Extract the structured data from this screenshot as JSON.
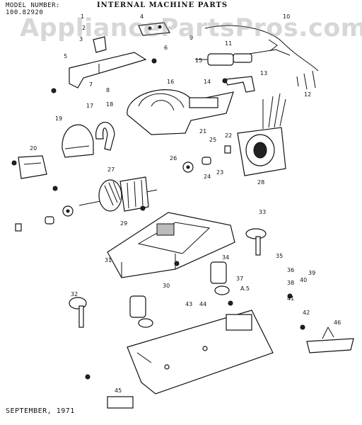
{
  "header": {
    "model_label": "MODEL NUMBER:",
    "model_number": "100.82920",
    "title": "INTERNAL MACHINE PARTS"
  },
  "footer": {
    "date": "SEPTEMBER, 1971"
  },
  "watermark": "AppliancePartsPros.com",
  "callouts": [
    "1",
    "2",
    "3",
    "4",
    "5",
    "6",
    "7",
    "8",
    "9",
    "10",
    "11",
    "12",
    "13",
    "14",
    "15",
    "16",
    "17",
    "18",
    "19",
    "20",
    "21",
    "22",
    "23",
    "24",
    "25",
    "26",
    "27",
    "28",
    "29",
    "30",
    "31",
    "32",
    "33",
    "34",
    "35",
    "36",
    "37",
    "38",
    "39",
    "40",
    "41",
    "42",
    "43",
    "44",
    "45",
    "46",
    "A.5"
  ],
  "colors": {
    "ink": "#111111",
    "paper": "#ffffff",
    "watermark": "#969696"
  }
}
